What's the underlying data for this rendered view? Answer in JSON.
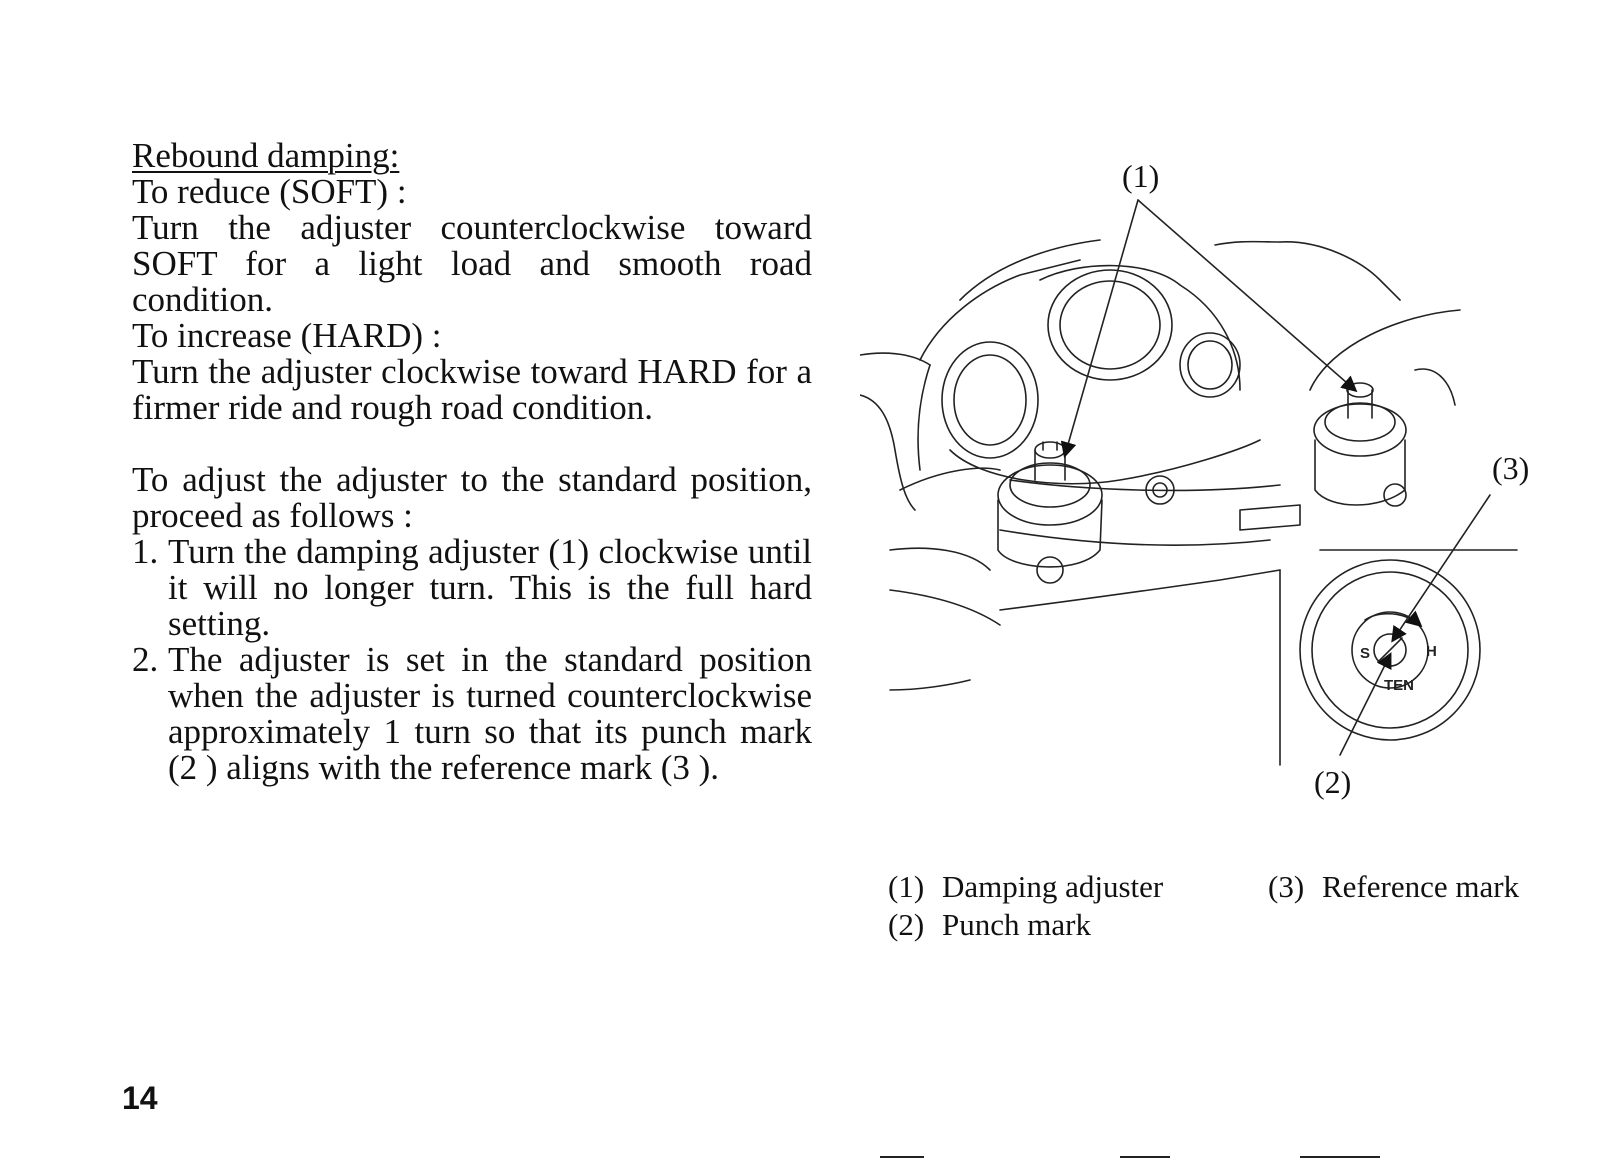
{
  "section": {
    "heading": "Rebound damping:",
    "soft_label": "To reduce (SOFT) :",
    "soft_text": "Turn the adjuster counterclockwise toward SOFT for a light load and smooth road condition.",
    "hard_label": "To increase (HARD) :",
    "hard_text": "Turn the adjuster clockwise toward HARD for a firmer ride and rough road condition.",
    "standard_intro": "To adjust the adjuster to the standard position, proceed as follows :",
    "steps": [
      {
        "num": "1.",
        "text": "Turn the damping adjuster (1) clockwise until it will no longer turn. This is the full hard setting."
      },
      {
        "num": "2.",
        "text": "The adjuster is set in the standard position when the adjuster is turned counterclockwise approximately 1 turn so that its punch mark (2 ) aligns with the reference mark (3 )."
      }
    ]
  },
  "figure": {
    "callouts": {
      "c1": "(1)",
      "c2": "(2)",
      "c3": "(3)"
    },
    "dial_letters": {
      "s": "S",
      "h": "H",
      "ten": "TEN"
    }
  },
  "captions": [
    {
      "num": "(1)",
      "text": "Damping adjuster"
    },
    {
      "num": "(2)",
      "text": "Punch mark"
    },
    {
      "num": "(3)",
      "text": "Reference mark"
    }
  ],
  "page_number": "14"
}
